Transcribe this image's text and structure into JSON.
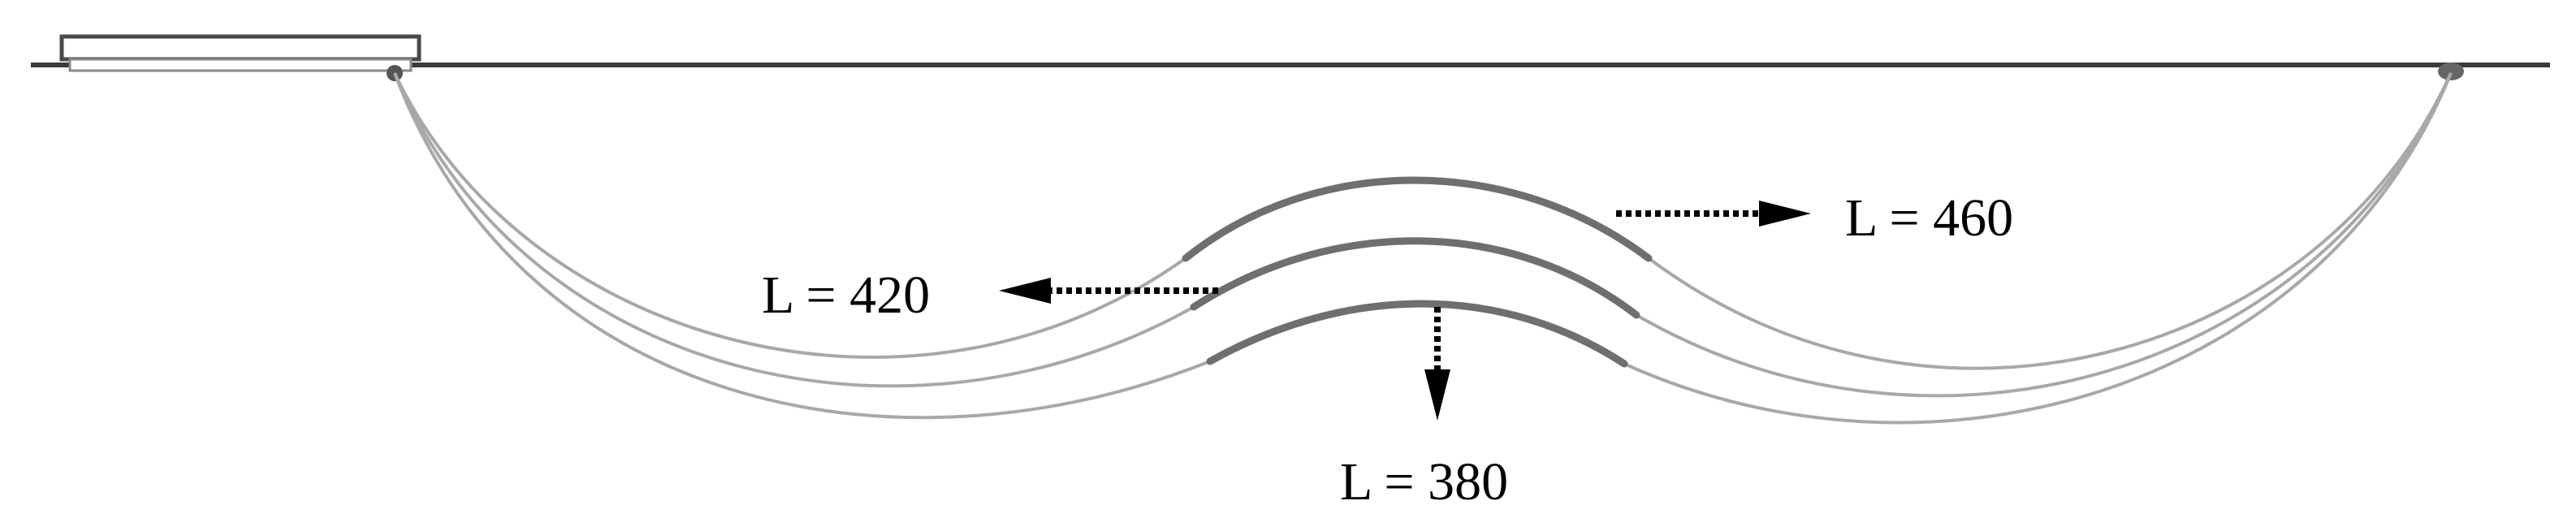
{
  "diagram": {
    "configurations": [
      {
        "id": "long",
        "label": "L = 460"
      },
      {
        "id": "mid",
        "label": "L = 420"
      },
      {
        "id": "short",
        "label": "L = 380"
      }
    ]
  },
  "colors": {
    "sea_surface": "#3a3a3a",
    "cable": "#a8a8a8",
    "buoyancy_section": "#000000",
    "pointer": "#000000"
  }
}
